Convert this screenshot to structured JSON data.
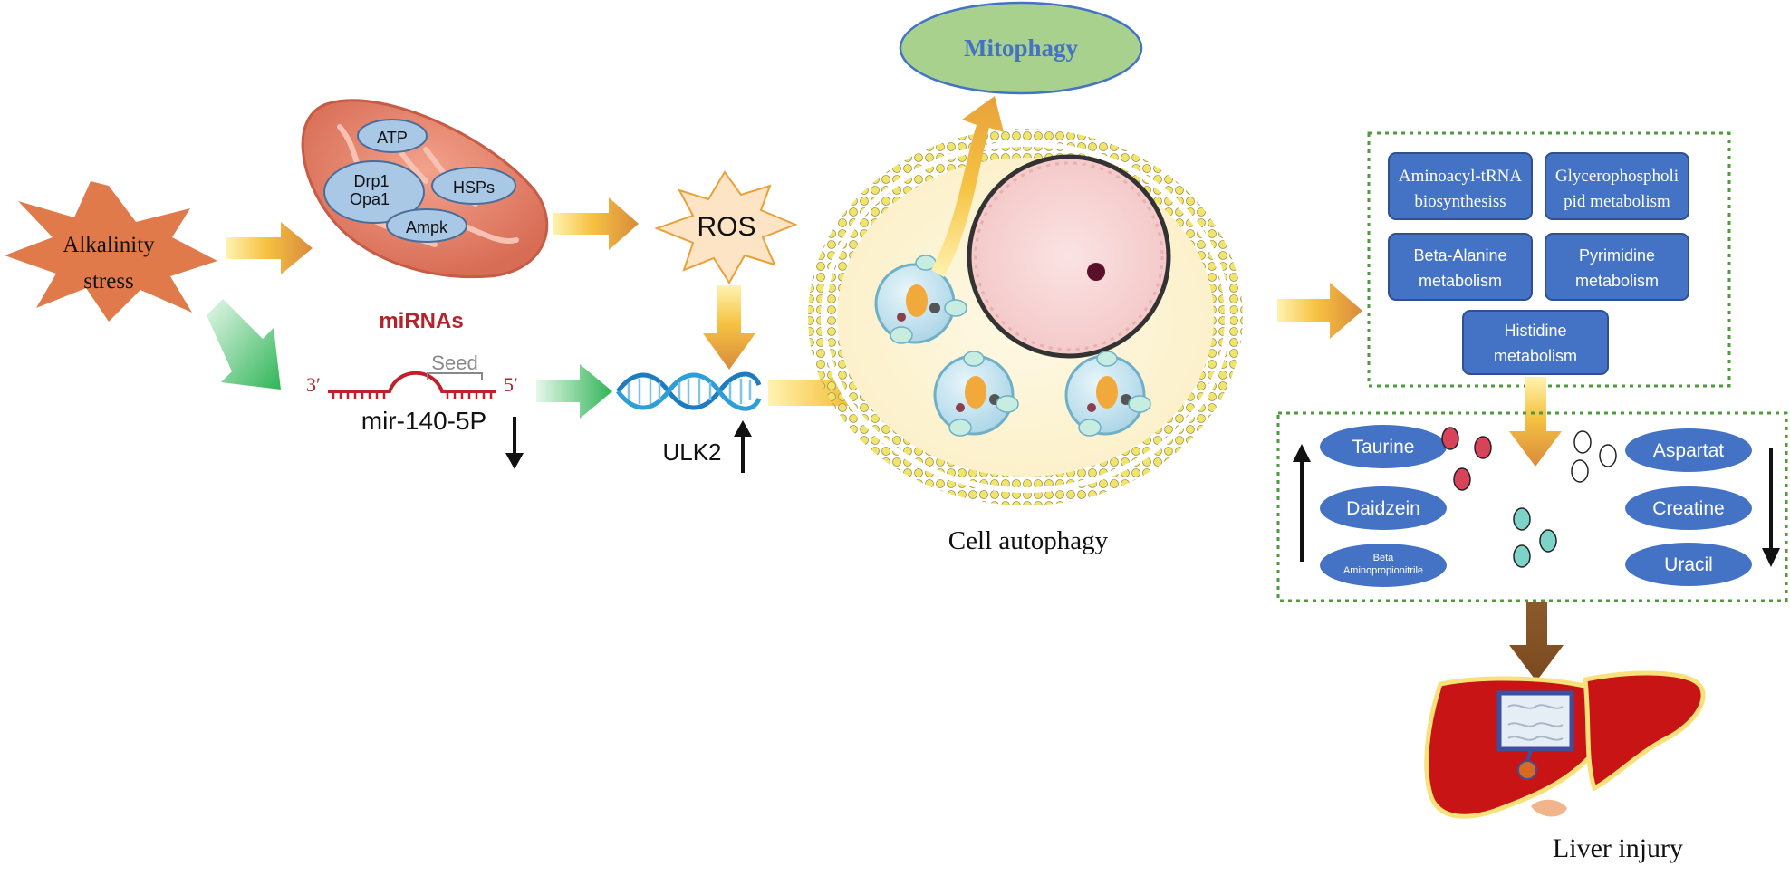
{
  "stress": {
    "line1": "Alkalinity",
    "line2": "stress"
  },
  "mito": {
    "atp": "ATP",
    "drp1": "Drp1",
    "opa1": "Opa1",
    "hsps": "HSPs",
    "ampk": "Ampk"
  },
  "ros": "ROS",
  "mirna": {
    "title": "miRNAs",
    "seed": "Seed",
    "three_prime": "3′",
    "five_prime": "5′",
    "name": "mir-140-5P"
  },
  "ulk2": "ULK2",
  "mitophagy": "Mitophagy",
  "cell_caption": "Cell autophagy",
  "pathways": [
    {
      "line1": "Aminoacyl-tRNA",
      "line2": "biosynthesiss"
    },
    {
      "line1": "Glycerophospholi",
      "line2": "pid metabolism"
    },
    {
      "line1": "Beta-Alanine",
      "line2": "metabolism"
    },
    {
      "line1": "Pyrimidine",
      "line2": "metabolism"
    },
    {
      "line1": "Histidine",
      "line2": "metabolism"
    }
  ],
  "metabolites_up": [
    "Taurine",
    "Daidzein"
  ],
  "metabolite_small": {
    "line1": "Beta",
    "line2": "Aminopropionitrile"
  },
  "metabolites_down": [
    "Aspartat",
    "Creatine",
    "Uracil"
  ],
  "liver_caption": "Liver injury",
  "colors": {
    "orange_arrow": "#E8A13A",
    "green_arrow": "#3CBF62",
    "pathway_box": "#4472C4",
    "stress_star": "#E07A4A",
    "mitophagy_ellipse": "#A9D18E",
    "liver": "#C81414",
    "dotted_border": "#4E9A3C"
  }
}
